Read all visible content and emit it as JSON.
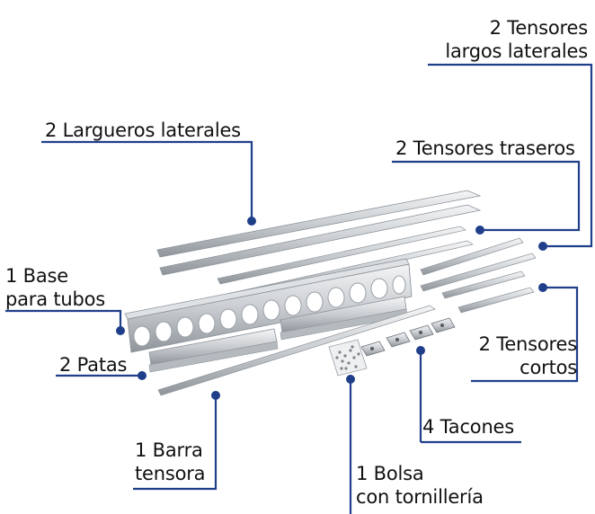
{
  "colors": {
    "leader": "#1f3f8a",
    "metal_light": "#e6e8ea",
    "metal_mid": "#c3c7cb",
    "metal_dark": "#8e949a",
    "text": "#111111"
  },
  "labels": {
    "tensores_largos": {
      "line1": "2 Tensores",
      "line2": "largos laterales"
    },
    "largueros": {
      "text": "2 Largueros laterales"
    },
    "tensores_traseros": {
      "text": "2 Tensores traseros"
    },
    "base": {
      "line1": "1 Base",
      "line2": "para tubos"
    },
    "tensores_cortos": {
      "line1": "2 Tensores",
      "line2": "cortos"
    },
    "patas": {
      "text": "2 Patas"
    },
    "tacones": {
      "text": "4 Tacones"
    },
    "barra": {
      "line1": "1 Barra",
      "line2": "tensora"
    },
    "bolsa": {
      "line1": "1 Bolsa",
      "line2": "con tornillería"
    }
  }
}
